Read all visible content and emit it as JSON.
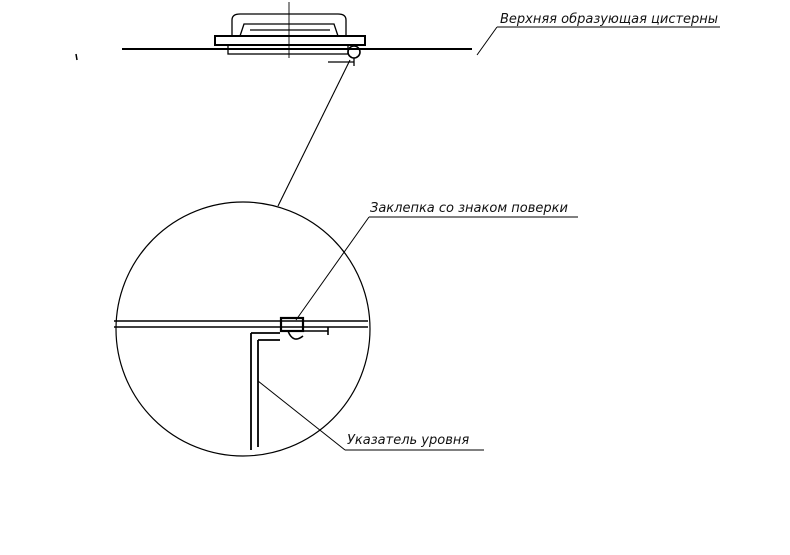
{
  "callouts": {
    "tank_top": "Верхняя образующая цистерны",
    "rivet": "Заклепка со знаком поверки",
    "level_indicator": "Указатель уровня"
  },
  "colors": {
    "ink": "#000000",
    "background": "#ffffff"
  }
}
